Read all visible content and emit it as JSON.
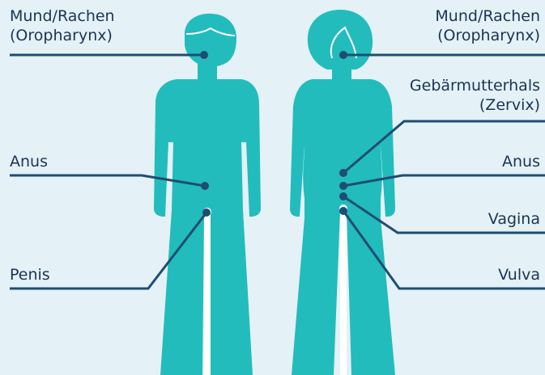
{
  "colors": {
    "background": "#e4f1f6",
    "figure": "#22bcbd",
    "line": "#1e4d72",
    "outline": "#ffffff",
    "text": "#1a3553"
  },
  "male": {
    "mouth_line1": "Mund/Rachen",
    "mouth_line2": "(Oropharynx)",
    "anus": "Anus",
    "penis": "Penis"
  },
  "female": {
    "mouth_line1": "Mund/Rachen",
    "mouth_line2": "(Oropharynx)",
    "cervix_line1": "Gebärmutterhals",
    "cervix_line2": "(Zervix)",
    "anus": "Anus",
    "vagina": "Vagina",
    "vulva": "Vulva"
  }
}
